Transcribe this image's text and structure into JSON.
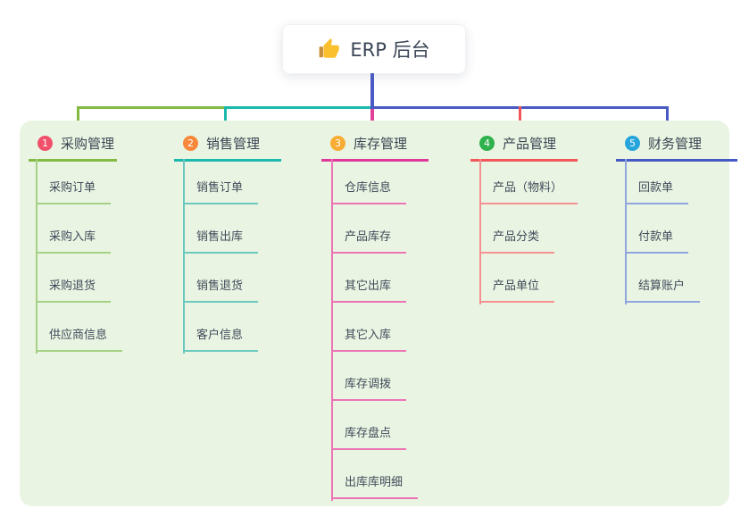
{
  "root": {
    "label": "ERP 后台",
    "icon": "thumbs-up-icon"
  },
  "colors": {
    "root_connector": "#4a5ac4",
    "panel_background": "#e9f5e2",
    "root_card_background": "#ffffff"
  },
  "branches": [
    {
      "number": "1",
      "label": "采购管理",
      "badge_color": "#f0506a",
      "line_color": "#82ba42",
      "child_line_color": "#a6d184",
      "children": [
        "采购订单",
        "采购入库",
        "采购退货",
        "供应商信息"
      ]
    },
    {
      "number": "2",
      "label": "销售管理",
      "badge_color": "#f6873b",
      "line_color": "#1ab8ad",
      "child_line_color": "#6cc9c0",
      "children": [
        "销售订单",
        "销售出库",
        "销售退货",
        "客户信息"
      ]
    },
    {
      "number": "3",
      "label": "库存管理",
      "badge_color": "#f8ac33",
      "line_color": "#e0389a",
      "child_line_color": "#ec74b6",
      "children": [
        "仓库信息",
        "产品库存",
        "其它出库",
        "其它入库",
        "库存调拨",
        "库存盘点",
        "出库库明细"
      ]
    },
    {
      "number": "4",
      "label": "产品管理",
      "badge_color": "#2fb14d",
      "line_color": "#f2555a",
      "child_line_color": "#f59193",
      "children": [
        "产品（物料）",
        "产品分类",
        "产品单位"
      ]
    },
    {
      "number": "5",
      "label": "财务管理",
      "badge_color": "#25a5dc",
      "line_color": "#4459c5",
      "child_line_color": "#8fa5de",
      "children": [
        "回款单",
        "付款单",
        "结算账户"
      ]
    }
  ]
}
